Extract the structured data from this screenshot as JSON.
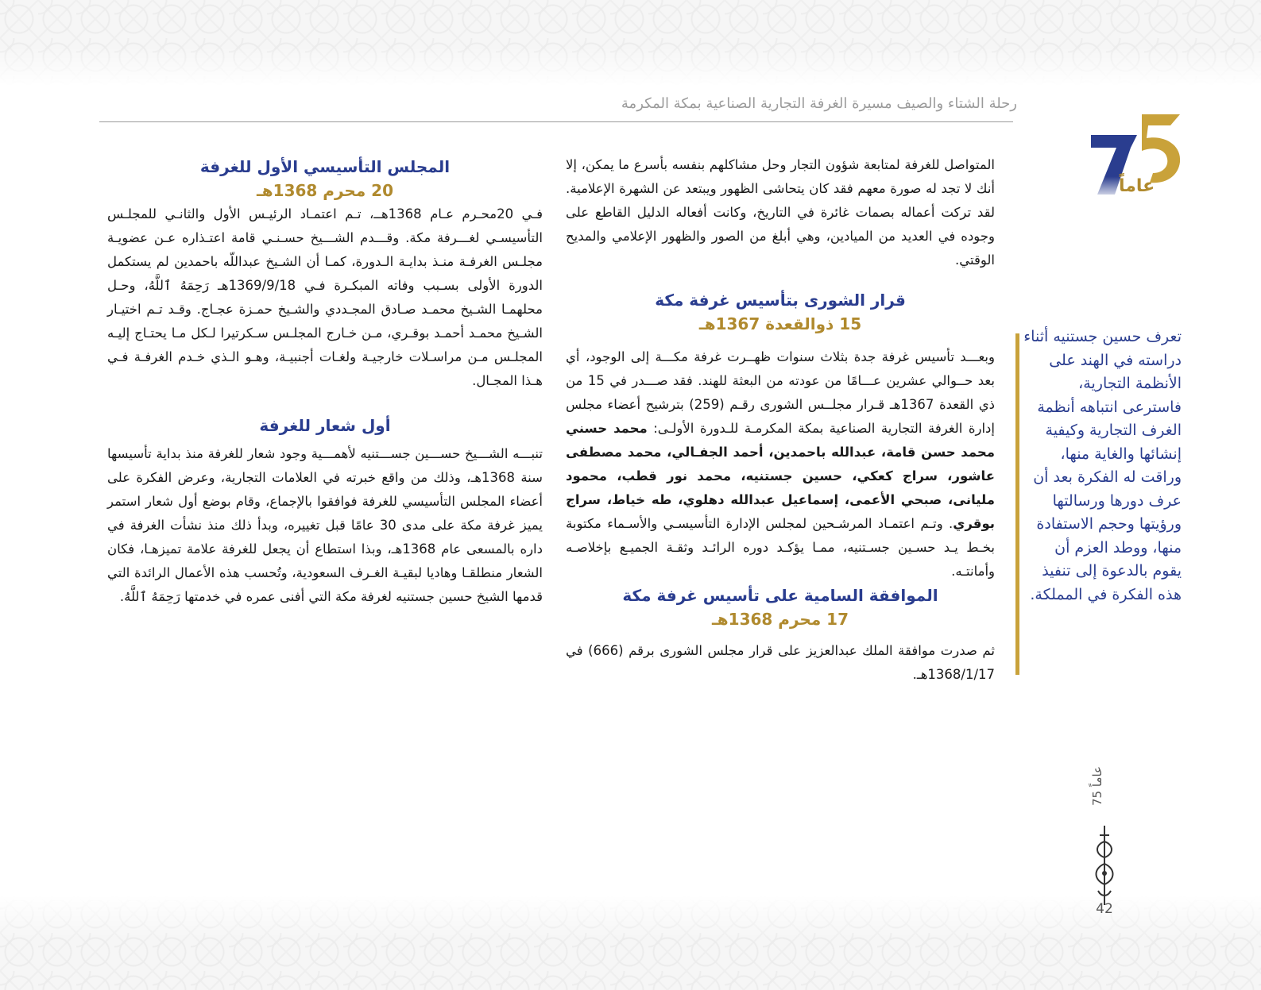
{
  "header": {
    "title": "رحلة الشتاء والصيف مسيرة الغرفة التجارية الصناعية بمكة المكرمة"
  },
  "logo": {
    "numeral": "75",
    "word": "عاماً",
    "colors": {
      "gold": "#c9a23a",
      "navy": "#2a3d8f"
    }
  },
  "right_column": {
    "intro": "المتواصل للغرفة لمتابعة شؤون التجار وحل مشاكلهم بنفسه بأسرع ما يمكن، إلا أنك لا تجد له صورة معهم فقد كان يتحاشى الظهور ويبتعد عن الشهرة الإعلامية. لقد تركت أعماله بصمات غائرة في التاريخ، وكانت أفعاله الدليل القاطع على وجوده في العديد من الميادين، وهي أبلغ من الصور والظهور الإعلامي والمديح الوقتي.",
    "section1": {
      "heading": "قرار الشورى بتأسيس غرفة مكة",
      "date": "15 ذوالقعدة 1367هـ",
      "body_start": "وبعـــد تأسيس غرفة جدة بثلاث سنوات ظهــرت غرفة مكـــة إلى الوجود، أي بعد حــوالي عشرين عـــامًا من عودته من البعثة للهند. فقد صـــدر في 15 من ذي القعدة 1367هـ قـرار مجلــس الشورى رقـم (259) بترشيح أعضاء مجلس إدارة الغرفة التجارية الصناعية بمكة المكرمـة للـدورة الأولـى: ",
      "names": "محمد حسني محمد حسن قامة، عبدالله باحمدين، أحمد الجفـالي، محمد مصطفى عاشور، سراج كعكي، حسين جستنيه، محمد نور قطب، محمود مليانى، صبحي الأعمى، إسماعيل عبدالله دهلوي، طه خياط، سراج بوقري",
      "body_end": ". وتـم اعتمـاد المرشـحين لمجلس الإدارة التأسيسـي والأسـماء مكتوبة بخـط يـد حسـين جسـتنيه، ممـا يؤكـد دوره الرائـد وثقـة الجميـع بإخلاصـه وأمانتـه."
    },
    "section2": {
      "heading": "الموافقة السامية على تأسيس غرفة مكة",
      "date": "17 محرم 1368هـ",
      "body": "ثم صدرت موافقة الملك عبدالعزيز على قرار مجلس الشورى برقم (666) في 1368/1/17هـ."
    }
  },
  "left_column": {
    "section1": {
      "heading": "المجلس التأسيسي الأول للغرفة",
      "date": "20 محرم 1368هـ",
      "body": "فـي 20محـرم عـام 1368هــ، تـم اعتمـاد الرئيـس الأول والثانـي للمجلـس التأسيسـي لغـــرفة مكة. وقـــدم الشـــيخ حسـنـي قامة اعتـذاره عـن عضويـة مجلـس الغرفـة منـذ بدايـة الـدورة، كمـا أن الشـيخ عبداللّه باحمدين لم يستكمل الدورة الأولى بسـبب وفاته المبكـرة فـي 1369/9/18هـ رَحِمَهُ ٱللَّهُ، وحـل محلهمـا الشـيخ محمـد صـادق المجـددي والشـيخ حمـزة عجـاج. وقـد تـم اختيـار الشـيخ محمـد أحمـد بوقـري، مـن خـارج المجلـس سـكرتيرا لـكل مـا يحتـاج إليـه المجلـس مـن مراسـلات خارجيـة ولغـات أجنبيـة، وهـو الـذي خـدم الغرفـة فـي هـذا المجـال."
    },
    "section2": {
      "heading": "أول شعار للغرفة",
      "body": "تنبـــه الشـــيخ حســـين جســـتنيه لأهمـــية وجود شعار للغرفة منذ بداية تأسيسها سنة 1368هـ، وذلك من واقع خبرته في العلامات التجارية، وعرض الفكرة على أعضاء المجلس التأسيسي للغرفة فوافقوا بالإجماع، وقام بوضع أول شعار استمر يميز غرفة مكة على مدى 30 عامًا قبل تغييره، وبدأ ذلك منذ نشأت الغرفة في داره بالمسعى عام 1368هـ، وبذا استطاع أن يجعل للغرفة علامة تميزهـا، فكان الشعار منطلقـا وهاديا لبقيـة الغـرف السعودية، وتُحسب هذه الأعمال الرائدة التي قدمها الشيخ حسين جستنيه لغرفة مكة التي أفنى عمره في خدمتها رَحِمَهُ ٱللَّهُ."
    }
  },
  "pullquote": {
    "text": "تعرف حسين جستنيه أثناء دراسته في الهند على الأنظمة التجارية، فاسترعى انتباهه أنظمة الغرف التجارية وكيفية إنشائها والغاية منها، وراقت له الفكرة بعد أن عرف دورها ورسالتها ورؤيتها وحجم الاستفادة منها، ووطد العزم أن يقوم بالدعوة إلى تنفيذ هذه الفكرة في المملكة."
  },
  "sidebar": {
    "label": "75 عاماً",
    "page_number": "42"
  }
}
